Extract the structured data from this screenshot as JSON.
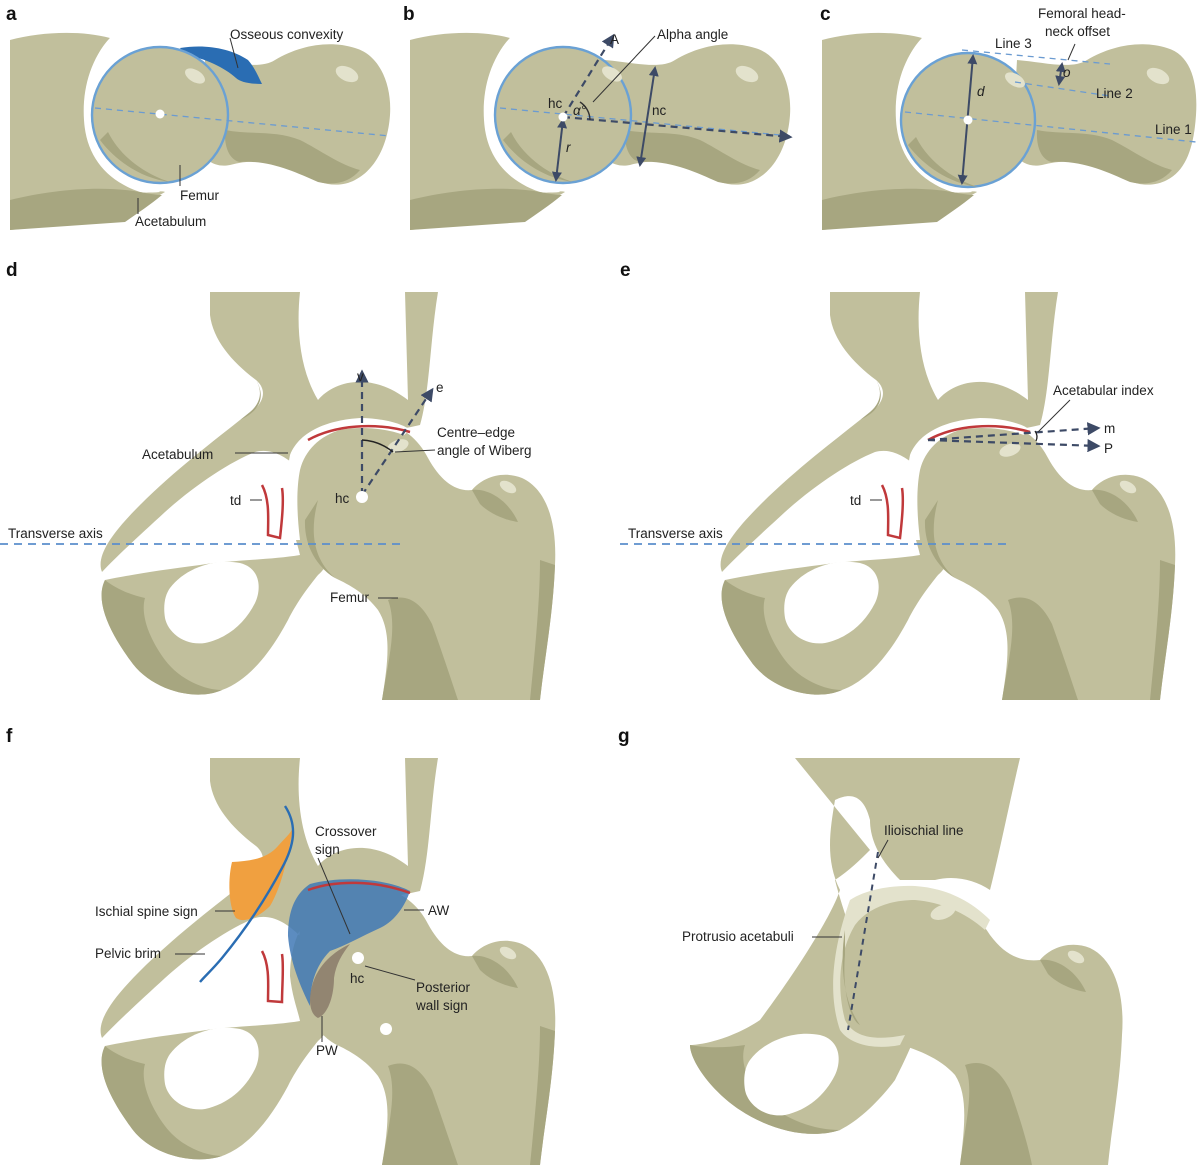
{
  "panels": {
    "a": {
      "label": "a",
      "osseous_convexity": "Osseous convexity",
      "femur": "Femur",
      "acetabulum": "Acetabulum"
    },
    "b": {
      "label": "b",
      "A": "A",
      "alpha_angle": "Alpha angle",
      "hc": "hc",
      "alpha": "α°",
      "nc": "nc",
      "r": "r"
    },
    "c": {
      "label": "c",
      "femoral_offset_1": "Femoral head-",
      "femoral_offset_2": "neck offset",
      "line3": "Line 3",
      "line2": "Line 2",
      "line1": "Line 1",
      "d": "d",
      "o": "o"
    },
    "d": {
      "label": "d",
      "v": "v",
      "e": "e",
      "acetabulum": "Acetabulum",
      "ce_1": "Centre–edge",
      "ce_2": "angle of Wiberg",
      "hc": "hc",
      "td": "td",
      "transverse_axis": "Transverse axis",
      "femur": "Femur"
    },
    "e": {
      "label": "e",
      "acetabular_index": "Acetabular index",
      "m": "m",
      "P": "P",
      "td": "td",
      "transverse_axis": "Transverse axis"
    },
    "f": {
      "label": "f",
      "crossover_1": "Crossover",
      "crossover_2": "sign",
      "AW": "AW",
      "ischial_spine": "Ischial spine sign",
      "pelvic_brim": "Pelvic brim",
      "hc": "hc",
      "posterior_1": "Posterior",
      "posterior_2": "wall sign",
      "PW": "PW"
    },
    "g": {
      "label": "g",
      "ilioischial": "Ilioischial line",
      "protrusio": "Protrusio acetabuli"
    }
  },
  "colors": {
    "bone": "#c1bf9c",
    "bone_shadow": "#aba985",
    "head_outline": "#6aa1d4",
    "convexity": "#2a6db3",
    "acetabular_rim": "#c0393b",
    "dashed_axis": "#6b9bd1",
    "measurement": "#3d4a66",
    "ischial_spine": "#f0a040",
    "anterior_wall": "#3f78b5",
    "posterior_wall": "#8a7a6a",
    "protrusio": "#e3e2cc"
  }
}
